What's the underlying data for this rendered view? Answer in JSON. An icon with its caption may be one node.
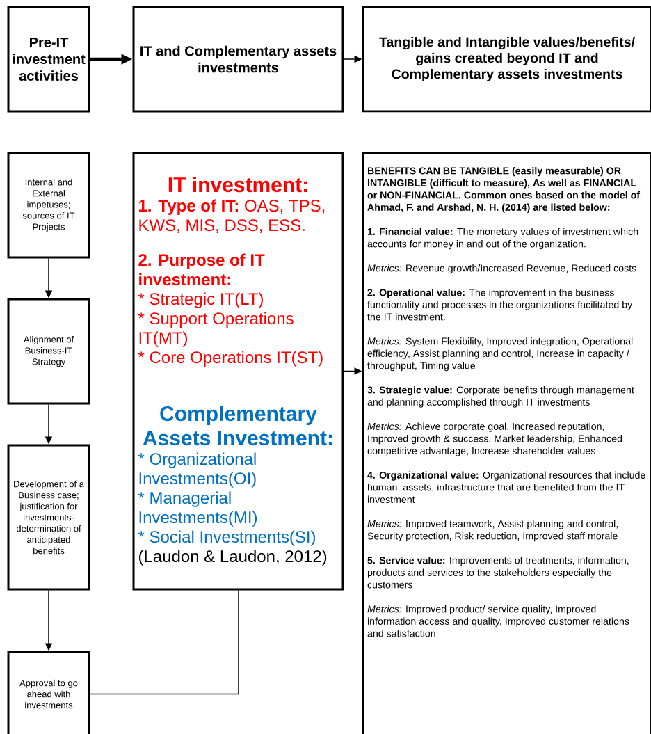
{
  "diagram": {
    "nodes": [
      {
        "text": [
          "Pre-IT investment activities"
        ]
      },
      {
        "text": [
          "IT and Complementary assets investments"
        ]
      },
      {
        "text": [
          "Tangible and Intangible values/benefits/ gains created beyond IT and Complementary assets investments"
        ]
      },
      {
        "text": [
          "Internal and External impetuses; sources of IT Projects"
        ]
      },
      {
        "text": [
          "Alignment of Business-IT Strategy"
        ]
      },
      {
        "text": [
          "Development of a Business case; justification for investments-determination of anticipated benefits"
        ]
      },
      {
        "text": [
          "Approval to go ahead with investments"
        ]
      },
      {
        "text": [
          "IT investment:",
          "**1. Type of IT:** OAS, TPS, KWS, MIS, DSS, ESS.",
          "2. Purpose of IT investment:",
          "* Strategic IT(LT)",
          "* Support Operations IT(MT)",
          "* Core Operations IT(ST)",
          "Complementary Assets Investment:",
          "* Organizational Investments(OI)",
          "* Managerial Investments(MI)",
          "* Social Investments(SI)",
          "(Laudon & Laudon, 2012)"
        ]
      },
      {
        "text": [
          "BENEFITS CAN BE TANGIBLE (easily measurable) OR INTANGIBLE (difficult to measure), As well as FINANCIAL or NON-FINANCIAL. Common ones based on the model of Ahmad, F. and Arshad, N. H. (2014) are listed below:",
          "**1. Financial value:** The monetary values of investment which accounts for money in and out of the organization.",
          "*Metrics:* Revenue growth/Increased Revenue, Reduced costs",
          "**2. Operational value:** The improvement in the business functionality and processes in the organizations facilitated by the IT investment.",
          "*Metrics:*  System Flexibility, Improved integration, Operational efficiency, Assist planning and control, Increase in capacity / throughput, Timing value",
          "**3. Strategic value:** Corporate benefits through management and planning accomplished through IT investments",
          "*Metrics:* Achieve corporate goal, Increased reputation, Improved growth & success, Market leadership, Enhanced competitive advantage, Increase shareholder values",
          "**4. Organizational value:** Organizational resources that include human, assets, infrastructure that are benefited from the IT investment",
          "*Metrics:* Improved teamwork, Assist planning and control, Security protection, Risk reduction, Improved staff morale",
          "**5. Service value:** Improvements of treatments, information, products and services to the stakeholders especially the customers",
          "*Metrics:* Improved product/ service quality, Improved information access and quality, Improved customer relations and satisfaction"
        ]
      }
    ],
    "edges": [
      {
        "from": 0,
        "to": 1,
        "arrow": "to",
        "style": "thick"
      },
      {
        "from": 1,
        "to": 2,
        "arrow": "to"
      },
      {
        "from": 3,
        "to": 4,
        "arrow": "to"
      },
      {
        "from": 4,
        "to": 5,
        "arrow": "to"
      },
      {
        "from": 5,
        "to": 6,
        "arrow": "to"
      },
      {
        "from": 6,
        "to": 7,
        "arrow": "none"
      },
      {
        "from": 7,
        "to": 8,
        "arrow": "to"
      }
    ]
  }
}
